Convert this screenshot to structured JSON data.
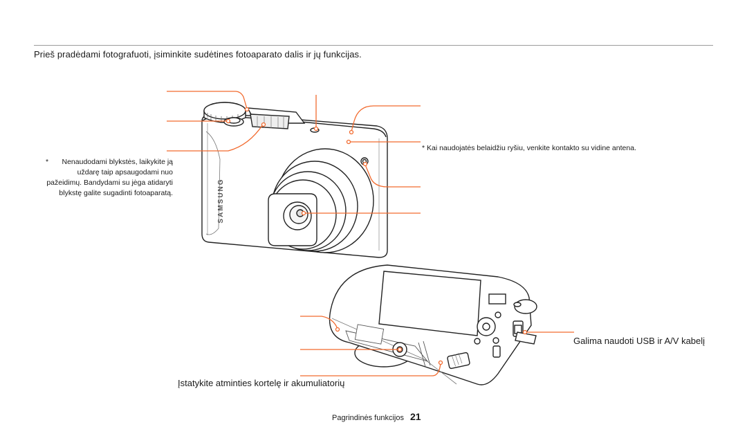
{
  "intro": "Prieš pradėdami fotografuoti, įsiminkite sudėtines fotoaparato dalis ir jų funkcijas.",
  "flash_note": {
    "star": "*",
    "text": "Nenaudodami blykstės, laikykite ją uždarę taip apsaugodami nuo pažeidimų. Bandydami su jėga atidaryti blykstę galite sugadinti fotoaparatą."
  },
  "antenna_note": "* Kai naudojatės belaidžiu ryšiu, venkite kontakto su vidine antena.",
  "camera_brand": "SAMSUNG",
  "usb_caption": "Galima naudoti USB ir A/V kabelį",
  "card_caption": "Įstatykite atminties kortelę ir akumuliatorių",
  "footer": {
    "section": "Pagrindinės funkcijos",
    "page": "21"
  },
  "colors": {
    "callout": "#f26a2e",
    "body": "#ffffff",
    "outline": "#222222",
    "rule": "#9a9a9a"
  }
}
